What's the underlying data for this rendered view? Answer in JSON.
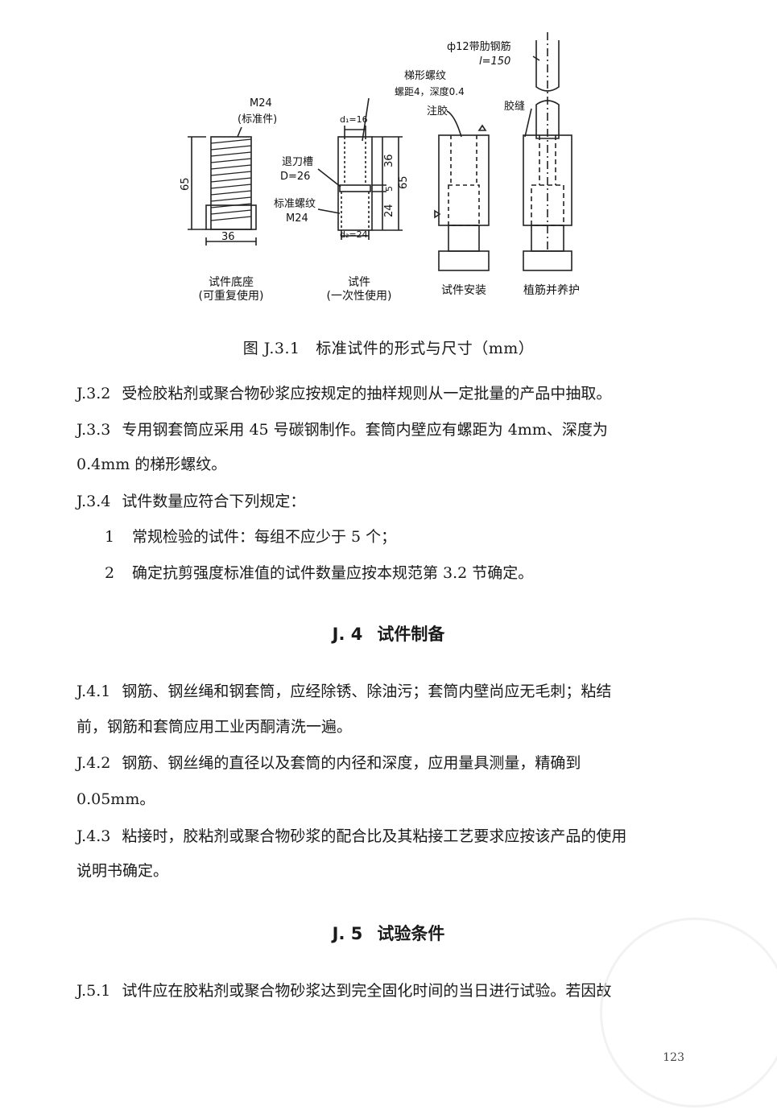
{
  "figure": {
    "labels": {
      "m24_std": "M24",
      "std_part": "(标准件)",
      "h65_base": "65",
      "w36_base": "36",
      "d1": "d₁=16",
      "thread_trap": "梯形螺纹",
      "thread_spec": "螺距4，深度0.4",
      "relief_groove": "退刀槽",
      "d26": "D=26",
      "std_thread": "标准螺纹",
      "m24_thread": "M24",
      "d2": "d₂=24",
      "dim36": "36",
      "dim5": "5",
      "dim24": "24",
      "dim65": "65",
      "inject": "注胶",
      "rebar": "ф12带肋钢筋",
      "rebar_len": "l=150",
      "glue_seam": "胶缝"
    },
    "panels": [
      {
        "title": "试件底座",
        "sub": "(可重复使用)"
      },
      {
        "title": "试件",
        "sub": "(一次性使用)"
      },
      {
        "title": "试件安装",
        "sub": ""
      },
      {
        "title": "植筋并养护",
        "sub": ""
      }
    ]
  },
  "caption": {
    "label": "图 J.3.1",
    "text": "标准试件的形式与尺寸（mm）"
  },
  "paragraphs": {
    "j32": {
      "num": "J.3.2",
      "text": "受检胶粘剂或聚合物砂浆应按规定的抽样规则从一定批量的产品中抽取。"
    },
    "j33_line1": {
      "num": "J.3.3",
      "text": "专用钢套筒应采用 45 号碳钢制作。套筒内壁应有螺距为 4mm、深度为"
    },
    "j33_line2": "0.4mm 的梯形螺纹。",
    "j34": {
      "num": "J.3.4",
      "text": "试件数量应符合下列规定："
    },
    "item1": {
      "num": "1",
      "text": "常规检验的试件：每组不应少于 5 个；"
    },
    "item2": {
      "num": "2",
      "text": "确定抗剪强度标准值的试件数量应按本规范第 3.2 节确定。"
    },
    "j41_line1": {
      "num": "J.4.1",
      "text": "钢筋、钢丝绳和钢套筒，应经除锈、除油污；套筒内壁尚应无毛刺；粘结"
    },
    "j41_line2": "前，钢筋和套筒应用工业丙酮清洗一遍。",
    "j42_line1": {
      "num": "J.4.2",
      "text": "钢筋、钢丝绳的直径以及套筒的内径和深度，应用量具测量，精确到"
    },
    "j42_line2": "0.05mm。",
    "j43_line1": {
      "num": "J.4.3",
      "text": "粘接时，胶粘剂或聚合物砂浆的配合比及其粘接工艺要求应按该产品的使用"
    },
    "j43_line2": "说明书确定。",
    "j51": {
      "num": "J.5.1",
      "text": "试件应在胶粘剂或聚合物砂浆达到完全固化时间的当日进行试验。若因故"
    }
  },
  "headings": {
    "j4": {
      "num": "J. 4",
      "text": "试件制备"
    },
    "j5": {
      "num": "J. 5",
      "text": "试验条件"
    }
  },
  "page_number": "123"
}
